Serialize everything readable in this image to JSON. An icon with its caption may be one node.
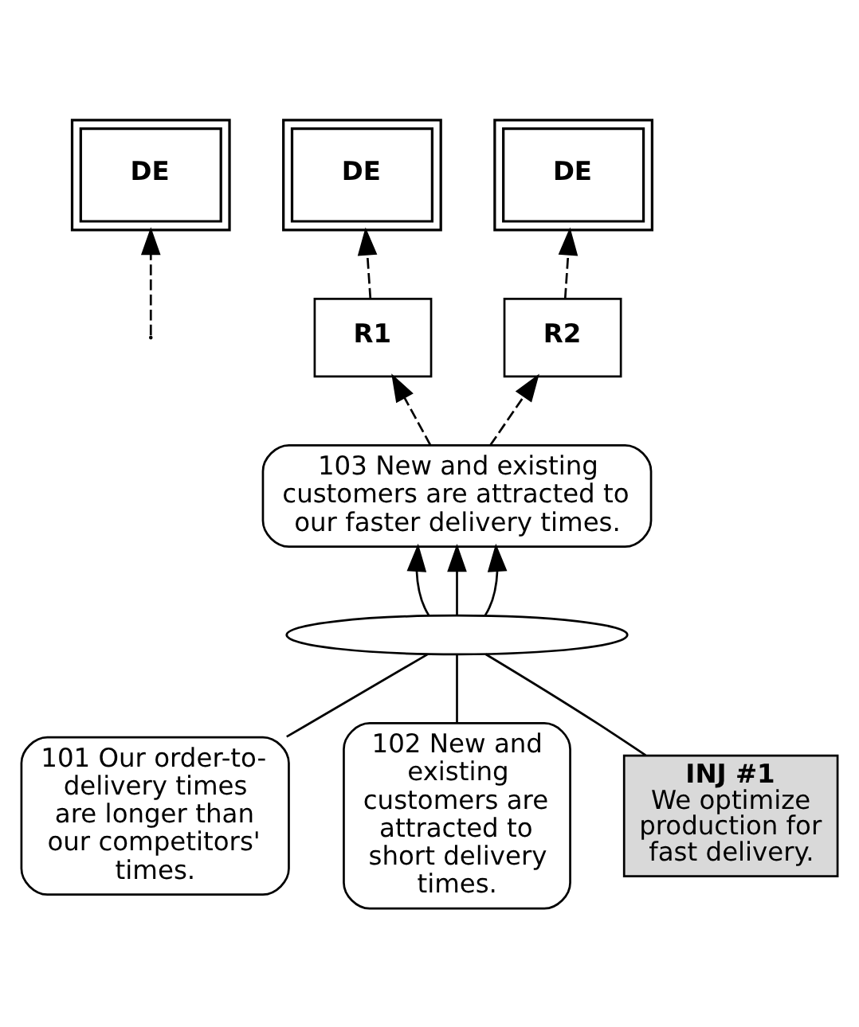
{
  "diagram": {
    "nodes": [
      {
        "text": [
          "DE"
        ]
      },
      {
        "text": [
          "DE"
        ]
      },
      {
        "text": [
          "DE"
        ]
      },
      {
        "text": [
          "R1"
        ]
      },
      {
        "text": [
          "R2"
        ]
      },
      {
        "text": [
          "103 New and existing customers are attracted to our faster delivery times."
        ]
      },
      {
        "text": [],
        "shape": "ellipse"
      },
      {
        "text": [
          "101 Our order-to-delivery times are longer than our competitors' times."
        ]
      },
      {
        "text": [
          "102 New and existing customers are attracted to short delivery times."
        ]
      },
      {
        "text": [
          "INJ #1",
          "We optimize production for fast delivery."
        ]
      }
    ],
    "edges": [
      {
        "from": 7,
        "to": 6,
        "arrow": "none"
      },
      {
        "from": 8,
        "to": 6,
        "arrow": "none"
      },
      {
        "from": 9,
        "to": 6,
        "arrow": "none"
      },
      {
        "from": 6,
        "to": 5,
        "arrow": "to"
      },
      {
        "from": 6,
        "to": 5,
        "arrow": "to"
      },
      {
        "from": 6,
        "to": 5,
        "arrow": "to"
      },
      {
        "from": 5,
        "to": 3,
        "arrow": "to",
        "style": "dashed"
      },
      {
        "from": 5,
        "to": 4,
        "arrow": "to",
        "style": "dashed"
      },
      {
        "from": 3,
        "to": 1,
        "arrow": "to",
        "style": "dashed"
      },
      {
        "from": null,
        "to": 0,
        "arrow": "to",
        "style": "dashed"
      },
      {
        "from": 4,
        "to": 2,
        "arrow": "to",
        "style": "dashed"
      }
    ]
  }
}
